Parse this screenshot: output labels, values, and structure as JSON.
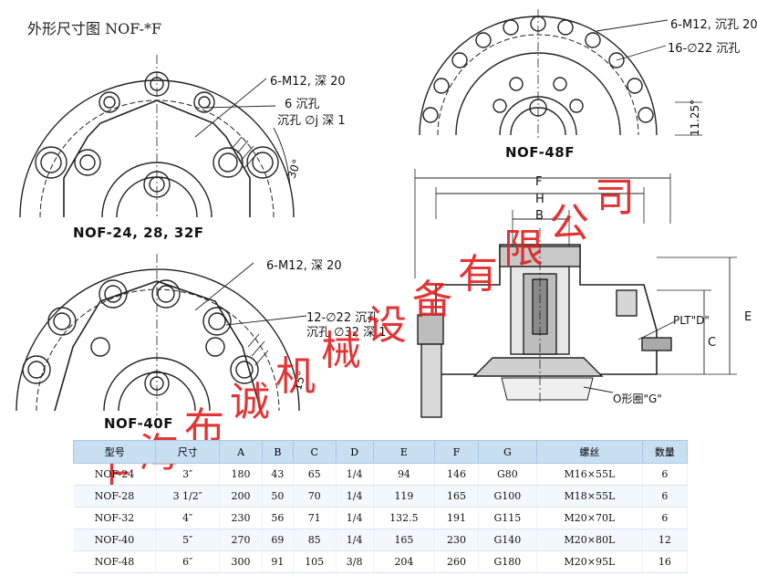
{
  "page_title": "外形尺寸图 NOF-*F",
  "labels": {
    "left_top_m12": "6-M12, 深 20",
    "left_top_holes": "6 沉孔",
    "left_top_depth": "沉孔 ∅j 深 1",
    "left_top_angle": "30°",
    "left_top_model": "NOF-24, 28, 32F",
    "left_bot_m12": "6-M12, 深 20",
    "left_bot_holes": "12-∅22 沉孔",
    "left_bot_depth": "沉孔 ∅32 深 1",
    "left_bot_angle": "15°",
    "left_bot_model": "NOF-40F",
    "right_m12": "6-M12, 沉孔 20",
    "right_holes": "16-∅22 沉孔",
    "right_angle": "11.25°",
    "right_model": "NOF-48F",
    "dim_f": "F",
    "dim_h": "H",
    "dim_b": "B",
    "dim_e": "E",
    "dim_c": "C",
    "plt_d": "PLT\"D\"",
    "oring": "O形圈\"G\""
  },
  "watermark": [
    "上",
    "海",
    "布",
    "诚",
    "机",
    "械",
    "设",
    "备",
    "有",
    "限",
    "公",
    "司"
  ],
  "table": {
    "headers": [
      "型号",
      "尺寸",
      "A",
      "B",
      "C",
      "D",
      "E",
      "F",
      "G",
      "螺丝",
      "数量"
    ],
    "rows": [
      [
        "NOF-24",
        "3″",
        "180",
        "43",
        "65",
        "1/4",
        "94",
        "146",
        "G80",
        "M16×55L",
        "6"
      ],
      [
        "NOF-28",
        "3 1/2″",
        "200",
        "50",
        "70",
        "1/4",
        "119",
        "165",
        "G100",
        "M18×55L",
        "6"
      ],
      [
        "NOF-32",
        "4″",
        "230",
        "56",
        "71",
        "1/4",
        "132.5",
        "191",
        "G115",
        "M20×70L",
        "6"
      ],
      [
        "NOF-40",
        "5″",
        "270",
        "69",
        "85",
        "1/4",
        "165",
        "230",
        "G140",
        "M20×80L",
        "12"
      ],
      [
        "NOF-48",
        "6″",
        "300",
        "91",
        "105",
        "3/8",
        "204",
        "260",
        "G180",
        "M20×95L",
        "16"
      ]
    ]
  }
}
